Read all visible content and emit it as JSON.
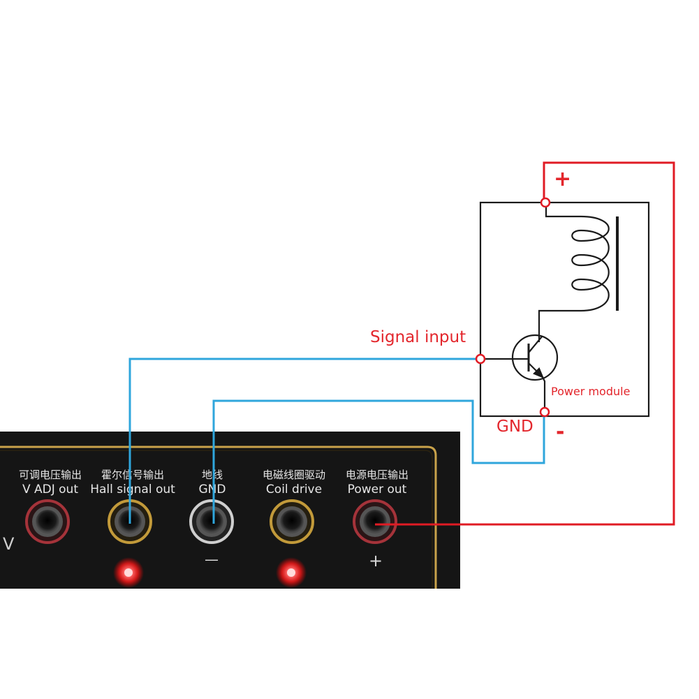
{
  "diagram": {
    "labels": {
      "plus": "+",
      "minus": "-",
      "signal_input": "Signal input",
      "gnd": "GND",
      "power_module": "Power module"
    },
    "colors": {
      "power_wire": "#e01b24",
      "signal_wire": "#2fa6dc",
      "circuit_line": "#1a1a1a",
      "label_red": "#e3262c"
    }
  },
  "panel": {
    "jacks": [
      {
        "cn": "可调电压输出",
        "en": "V ADJ out",
        "ring": "red"
      },
      {
        "cn": "霍尔信号输出",
        "en": "Hall signal out",
        "ring": "gold"
      },
      {
        "cn": "地线",
        "en": "GND",
        "ring": "white",
        "symbol": "—"
      },
      {
        "cn": "电磁线圈驱动",
        "en": "Coil drive",
        "ring": "gold"
      },
      {
        "cn": "电源电压输出",
        "en": "Power out",
        "ring": "red",
        "symbol": "+"
      }
    ],
    "edge_text": "V",
    "leds": [
      "red-led",
      "red-led"
    ]
  }
}
